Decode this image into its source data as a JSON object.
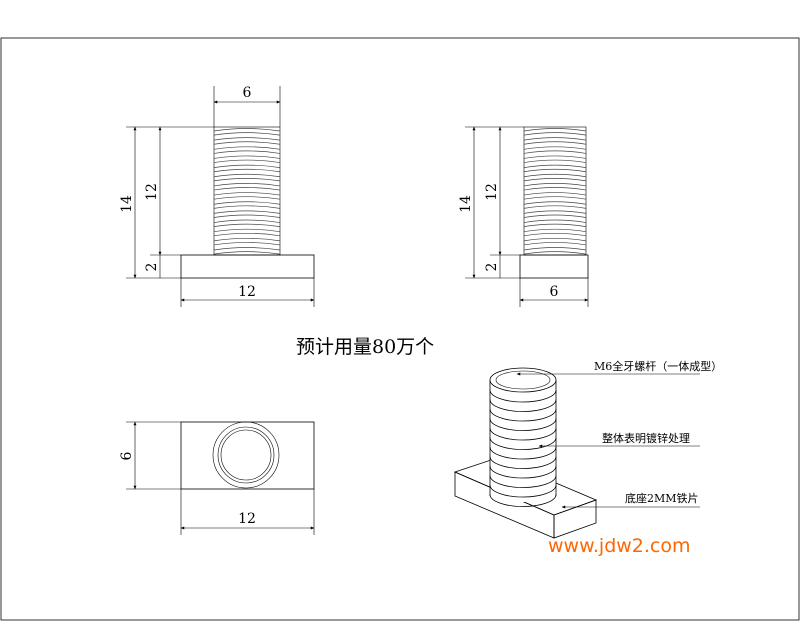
{
  "colors": {
    "line": "#000000",
    "watermark": "#ff6600",
    "background": "#ffffff"
  },
  "front_view": {
    "dim_top": "6",
    "dim_left_outer": "14",
    "dim_left_inner": "12",
    "dim_left_base": "2",
    "dim_bottom": "12"
  },
  "side_view": {
    "dim_left_outer": "14",
    "dim_left_inner": "12",
    "dim_left_base": "2",
    "dim_bottom": "6"
  },
  "top_view": {
    "dim_left": "6",
    "dim_bottom": "12"
  },
  "note": "预计用量80万个",
  "iso_view": {
    "label_rod": "M6全牙螺杆（一体成型）",
    "label_surface": "整体表明镀锌处理",
    "label_base": "底座2MM铁片"
  },
  "watermark": "www.jdw2.com"
}
